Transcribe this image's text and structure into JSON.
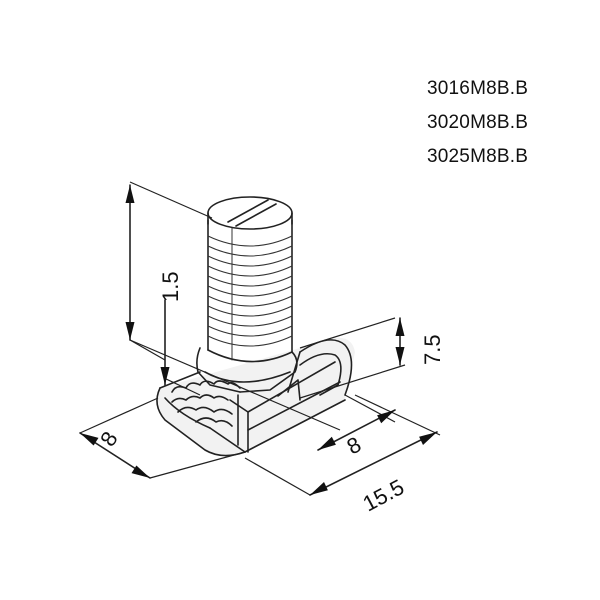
{
  "part_numbers": [
    "3016M8B.B",
    "3020M8B.B",
    "3025M8B.B"
  ],
  "dimensions": {
    "head_thickness": "1.5",
    "slot_depth": "7.5",
    "head_width": "8",
    "neck_width": "8",
    "head_length": "15.5"
  },
  "colors": {
    "line": "#222222",
    "text": "#111111",
    "background": "#ffffff"
  }
}
